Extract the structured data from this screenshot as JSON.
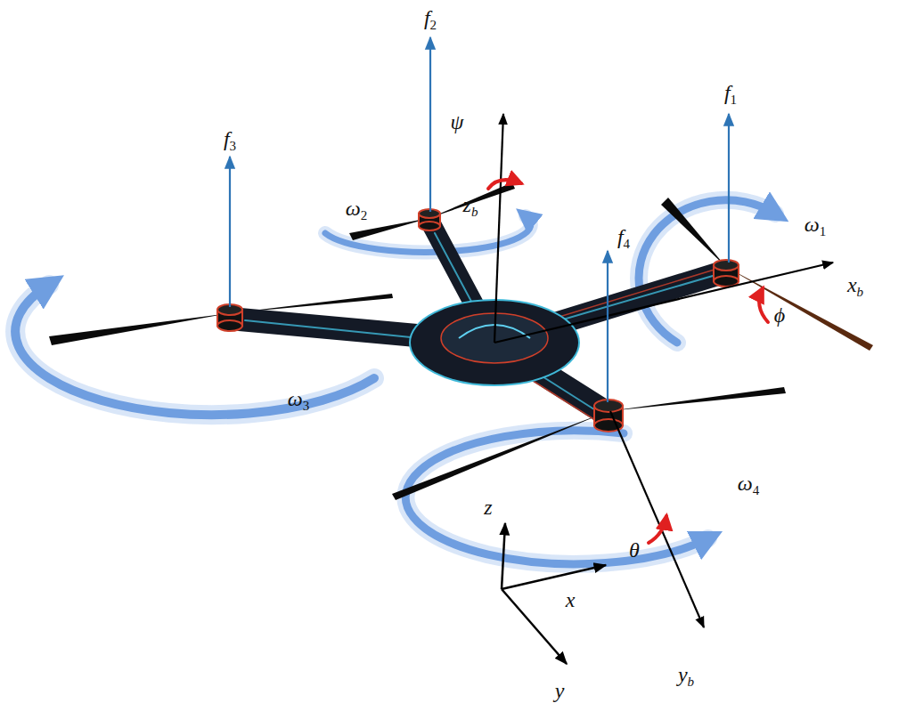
{
  "diagram": {
    "labels": [
      "f2",
      "f1",
      "f3",
      "ψ",
      "zb",
      "ω2",
      "ω1",
      "xb",
      "ϕ",
      "f4",
      "ω3",
      "ω4",
      "z",
      "θ",
      "x",
      "yb",
      "y"
    ]
  }
}
